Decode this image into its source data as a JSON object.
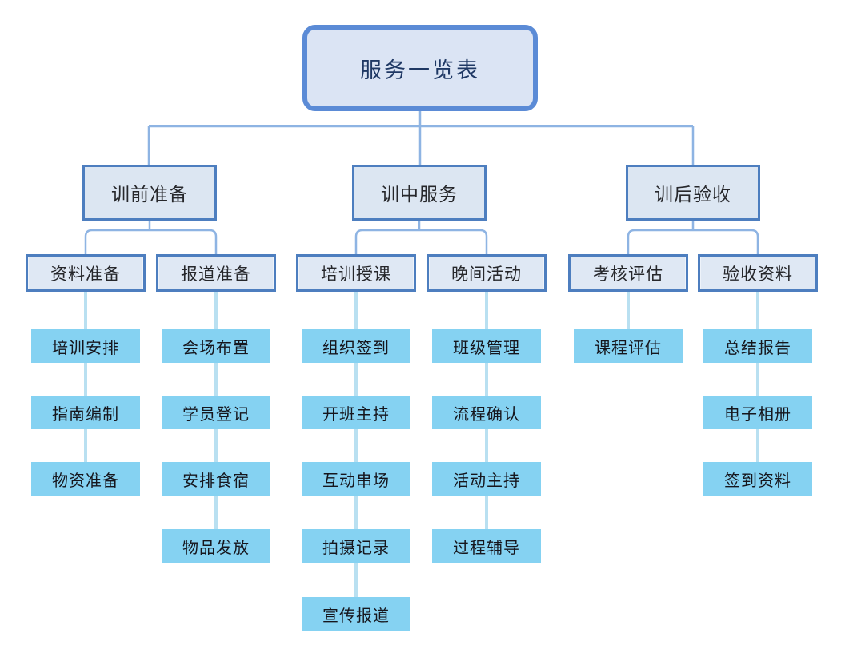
{
  "diagram": {
    "type": "org-tree",
    "title": "服务一览表",
    "branches": [
      {
        "label": "训前准备",
        "groups": [
          {
            "label": "资料准备",
            "items": [
              "培训安排",
              "指南编制",
              "物资准备"
            ]
          },
          {
            "label": "报道准备",
            "items": [
              "会场布置",
              "学员登记",
              "安排食宿",
              "物品发放"
            ]
          }
        ]
      },
      {
        "label": "训中服务",
        "groups": [
          {
            "label": "培训授课",
            "items": [
              "组织签到",
              "开班主持",
              "互动串场",
              "拍摄记录",
              "宣传报道"
            ]
          },
          {
            "label": "晚间活动",
            "items": [
              "班级管理",
              "流程确认",
              "活动主持",
              "过程辅导"
            ]
          }
        ]
      },
      {
        "label": "训后验收",
        "groups": [
          {
            "label": "考核评估",
            "items": [
              "课程评估"
            ]
          },
          {
            "label": "验收资料",
            "items": [
              "总结报告",
              "电子相册",
              "签到资料"
            ]
          }
        ]
      }
    ],
    "colors": {
      "title_border": "#5b8bd6",
      "title_fill": "#dbe4f4",
      "title_text": "#1f3864",
      "box_border": "#4d7ebf",
      "box_fill": "#dce6f2",
      "box_text": "#26272b",
      "leaf_fill": "#85d2f2",
      "leaf_text": "#16161d",
      "connector_upper": "#8eb4e3",
      "connector_leaf": "#b9e0f1"
    }
  }
}
